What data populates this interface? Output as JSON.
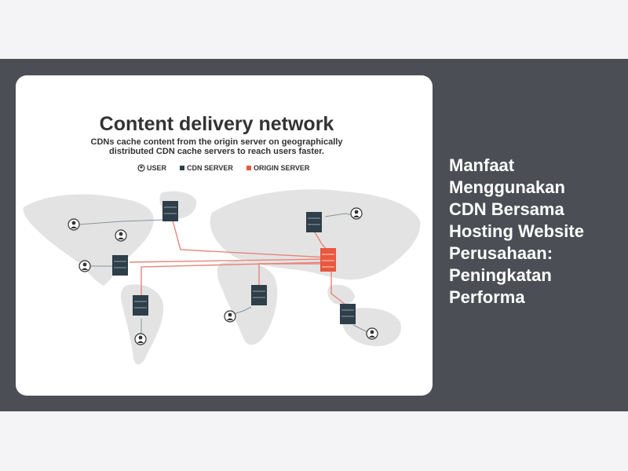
{
  "hero": {
    "headline_lines": [
      "Manfaat",
      "Menggunakan",
      "CDN Bersama",
      "Hosting Website",
      "Perusahaan:",
      "Peningkatan",
      "Performa"
    ]
  },
  "infographic": {
    "title": "Content delivery network",
    "subtitle_lines": [
      "CDNs cache content from the origin server on geographically",
      "distributed CDN cache servers to reach users faster."
    ],
    "legend": {
      "user": "USER",
      "cdn_server": "CDN SERVER",
      "origin_server": "ORIGIN SERVER"
    },
    "colors": {
      "server": "#2f3e48",
      "origin": "#e8573f",
      "link": "#e8847a",
      "map": "#e3e3e3"
    }
  }
}
